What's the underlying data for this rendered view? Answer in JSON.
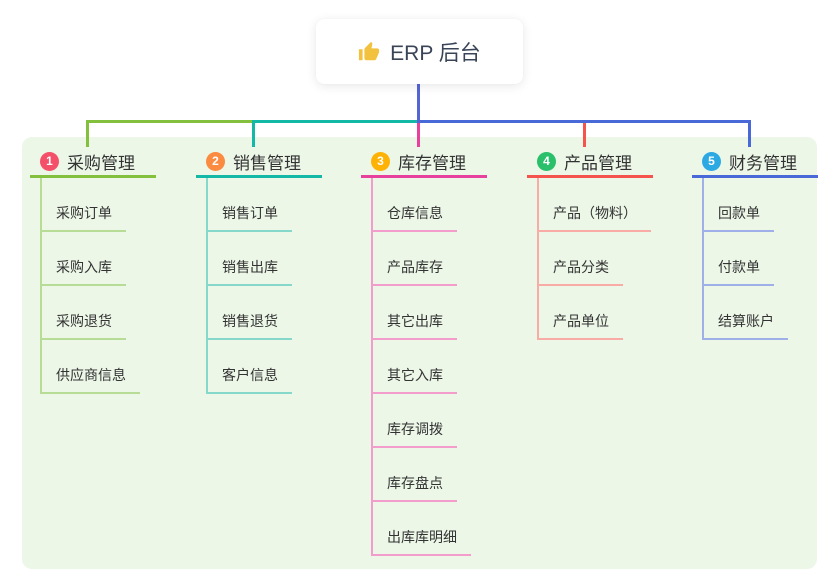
{
  "root": {
    "title": "ERP 后台",
    "icon": "thumbs-up-icon"
  },
  "colors": {
    "panel_bg": "#ecf7e8",
    "root_line": "#5565d6",
    "root_text": "#394457",
    "node_text": "#333333",
    "thumb_icon": "#f2c13d"
  },
  "branches": [
    {
      "num": "1",
      "label": "采购管理",
      "badge_color": "#f45069",
      "line_color": "#82c03d",
      "child_line_color": "#b7dc96",
      "children": [
        "采购订单",
        "采购入库",
        "采购退货",
        "供应商信息"
      ]
    },
    {
      "num": "2",
      "label": "销售管理",
      "badge_color": "#fb8b40",
      "line_color": "#14b8a6",
      "child_line_color": "#85d8ca",
      "children": [
        "销售订单",
        "销售出库",
        "销售退货",
        "客户信息"
      ]
    },
    {
      "num": "3",
      "label": "库存管理",
      "badge_color": "#feb205",
      "line_color": "#e8409d",
      "child_line_color": "#f29dcb",
      "children": [
        "仓库信息",
        "产品库存",
        "其它出库",
        "其它入库",
        "库存调拨",
        "库存盘点",
        "出库库明细"
      ]
    },
    {
      "num": "4",
      "label": "产品管理",
      "badge_color": "#2abf6b",
      "line_color": "#f4534e",
      "child_line_color": "#f9aba5",
      "children": [
        "产品（物料）",
        "产品分类",
        "产品单位"
      ]
    },
    {
      "num": "5",
      "label": "财务管理",
      "badge_color": "#2ca9e3",
      "line_color": "#4a69d9",
      "child_line_color": "#9fb0e8",
      "children": [
        "回款单",
        "付款单",
        "结算账户"
      ]
    }
  ]
}
